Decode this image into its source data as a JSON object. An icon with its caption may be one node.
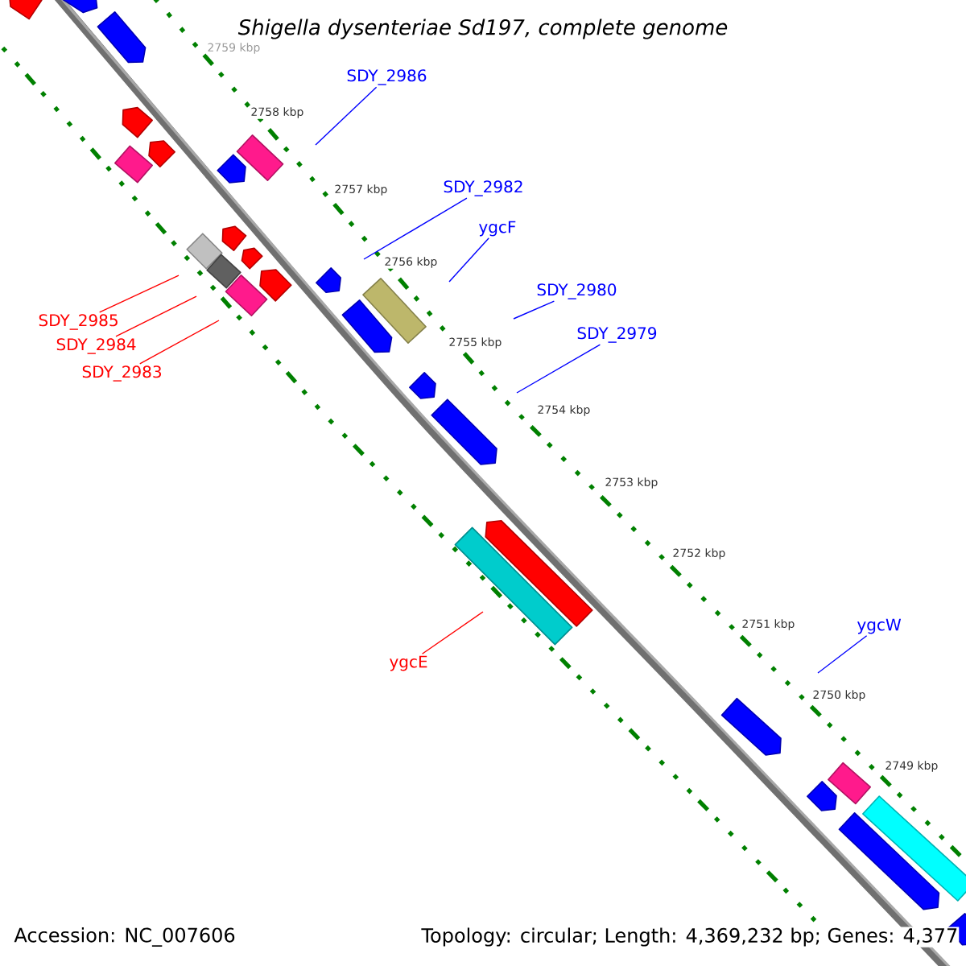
{
  "diagram": {
    "title": "Shigella dysenteriae Sd197, complete genome",
    "nodes": [
      {
        "text": [
          "SDY_2986"
        ]
      },
      {
        "text": [
          "SDY_2982"
        ]
      },
      {
        "text": [
          "ygcF"
        ]
      },
      {
        "text": [
          "SDY_2980"
        ]
      },
      {
        "text": [
          "SDY_2979"
        ]
      },
      {
        "text": [
          "SDY_2985"
        ]
      },
      {
        "text": [
          "SDY_2984"
        ]
      },
      {
        "text": [
          "SDY_2983"
        ]
      },
      {
        "text": [
          "ygcE"
        ]
      },
      {
        "text": [
          "ygcW"
        ]
      }
    ],
    "edges": [
      {
        "from": 0,
        "to": null,
        "arrow": "none"
      },
      {
        "from": 1,
        "to": null,
        "arrow": "none"
      },
      {
        "from": 2,
        "to": null,
        "arrow": "none"
      },
      {
        "from": 3,
        "to": null,
        "arrow": "none"
      },
      {
        "from": 4,
        "to": null,
        "arrow": "none"
      },
      {
        "from": 5,
        "to": null,
        "arrow": "none",
        "color": "#ff0000"
      },
      {
        "from": 6,
        "to": null,
        "arrow": "none",
        "color": "#ff0000"
      },
      {
        "from": 7,
        "to": null,
        "arrow": "none",
        "color": "#ff0000"
      },
      {
        "from": 8,
        "to": null,
        "arrow": "none",
        "color": "#ff0000"
      },
      {
        "from": 9,
        "to": null,
        "arrow": "none"
      }
    ],
    "labels": [
      "2759 kbp",
      "2758 kbp",
      "2757 kbp",
      "2756 kbp",
      "2755 kbp",
      "2754 kbp",
      "2753 kbp",
      "2752 kbp",
      "2751 kbp",
      "2750 kbp",
      "2749 kbp",
      "Accession: NC_007606",
      "Topology: circular; Length: 4,369,232 bp; Genes: 4,377"
    ]
  }
}
